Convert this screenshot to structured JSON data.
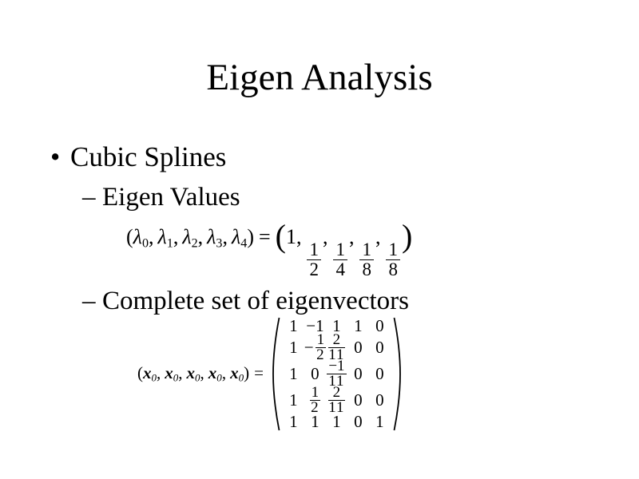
{
  "slide": {
    "title": "Eigen Analysis",
    "bullet1": {
      "marker": "•",
      "text": "Cubic Splines"
    },
    "sub1": {
      "marker": "–",
      "text": "Eigen Values"
    },
    "sub2": {
      "marker": "–",
      "text": "Complete set of eigenvectors"
    }
  },
  "syms": {
    "open": "(",
    "close": ")",
    "comma": ",",
    "eq": "="
  },
  "eigenvalues": {
    "symbol": "λ",
    "subscripts": [
      "0",
      "1",
      "2",
      "3",
      "4"
    ],
    "rhs_first": "1",
    "fractions": [
      {
        "num": "1",
        "den": "2"
      },
      {
        "num": "1",
        "den": "4"
      },
      {
        "num": "1",
        "den": "8"
      },
      {
        "num": "1",
        "den": "8"
      }
    ]
  },
  "eigenvectors": {
    "symbol": "x",
    "subscripts": [
      "0",
      "0",
      "0",
      "0",
      "0"
    ],
    "matrix": {
      "rows": [
        [
          "1",
          "−1",
          "1",
          "1",
          "0"
        ],
        [
          "1",
          {
            "pre": "−",
            "num": "1",
            "den": "2"
          },
          {
            "num": "2",
            "den": "11"
          },
          "0",
          "0"
        ],
        [
          "1",
          "0",
          {
            "num": "−1",
            "den": "11"
          },
          "0",
          "0"
        ],
        [
          "1",
          {
            "num": "1",
            "den": "2"
          },
          {
            "num": "2",
            "den": "11"
          },
          "0",
          "0"
        ],
        [
          "1",
          "1",
          "1",
          "0",
          "1"
        ]
      ]
    }
  }
}
